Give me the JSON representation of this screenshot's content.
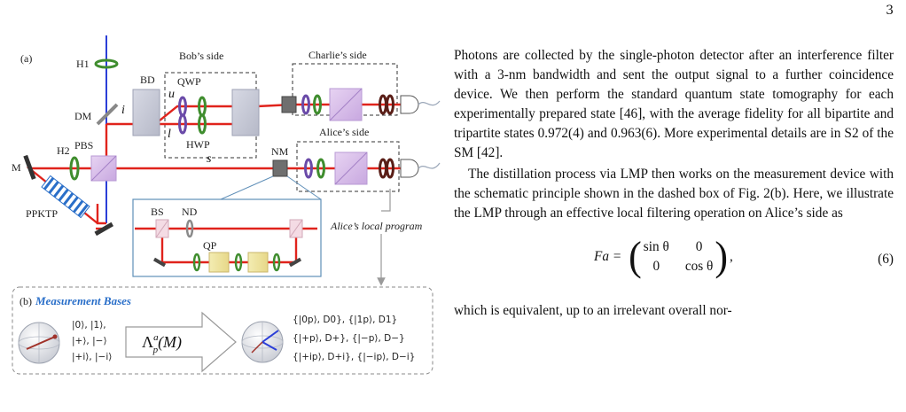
{
  "page_number": "3",
  "figure": {
    "panel_a": "(a)",
    "bob_side": "Bob’s side",
    "charlie_side": "Charlie’s side",
    "alice_side": "Alice’s side",
    "alice_program": "Alice’s local program",
    "H1": "H1",
    "H2": "H2",
    "DM": "DM",
    "PBS": "PBS",
    "M": "M",
    "PPKTP": "PPKTP",
    "BD": "BD",
    "QWP": "QWP",
    "HWP": "HWP",
    "NM": "NM",
    "BS": "BS",
    "ND": "ND",
    "QP": "QP",
    "path_u": "u",
    "path_l": "l",
    "path_i": "i",
    "path_s": "s",
    "panel_b": "(b)",
    "measurement_bases": "Measurement Bases",
    "bases_left": [
      "|0⟩, |1⟩,",
      "|+⟩, |−⟩",
      "|+i⟩, |−i⟩"
    ],
    "operator": "Λ",
    "operator_sup": "a",
    "operator_sub": "p",
    "operator_arg": "(M)",
    "bases_right": [
      "{|0p⟩, D0}, {|1p⟩, D1}",
      "{|+p⟩, D+}, {|−p⟩, D−}",
      "{|+ip⟩, D+i}, {|−ip⟩, D−i}"
    ]
  },
  "text": {
    "para1": "Photons are collected by the single-photon detector after an interference filter with a 3-nm bandwidth and sent the output signal to a further coincidence device. We then perform the standard quantum state tomography for each experimentally prepared state [46], with the average fidelity for all bipartite and tripartite states 0.972(4) and 0.963(6). More experimental details are in S2 of the SM [42].",
    "para2": "The distillation process via LMP then works on the measurement device with the schematic principle shown in the dashed box of Fig. 2(b). Here, we illustrate the LMP through an effective local filtering operation on Alice’s side as",
    "para3": "which is equivalent, up to an irrelevant overall nor-"
  },
  "equation": {
    "lhs": "Fa =",
    "m11": "sin θ",
    "m12": "0",
    "m21": "0",
    "m22": "cos θ",
    "number": "(6)"
  },
  "colors": {
    "beam_red": "#e0231c",
    "pump_blue": "#2b3ed8",
    "hwp_green": "#3f8d2e",
    "qwp_purple": "#6a4aa8",
    "annot_blue": "#2a6fc9"
  }
}
